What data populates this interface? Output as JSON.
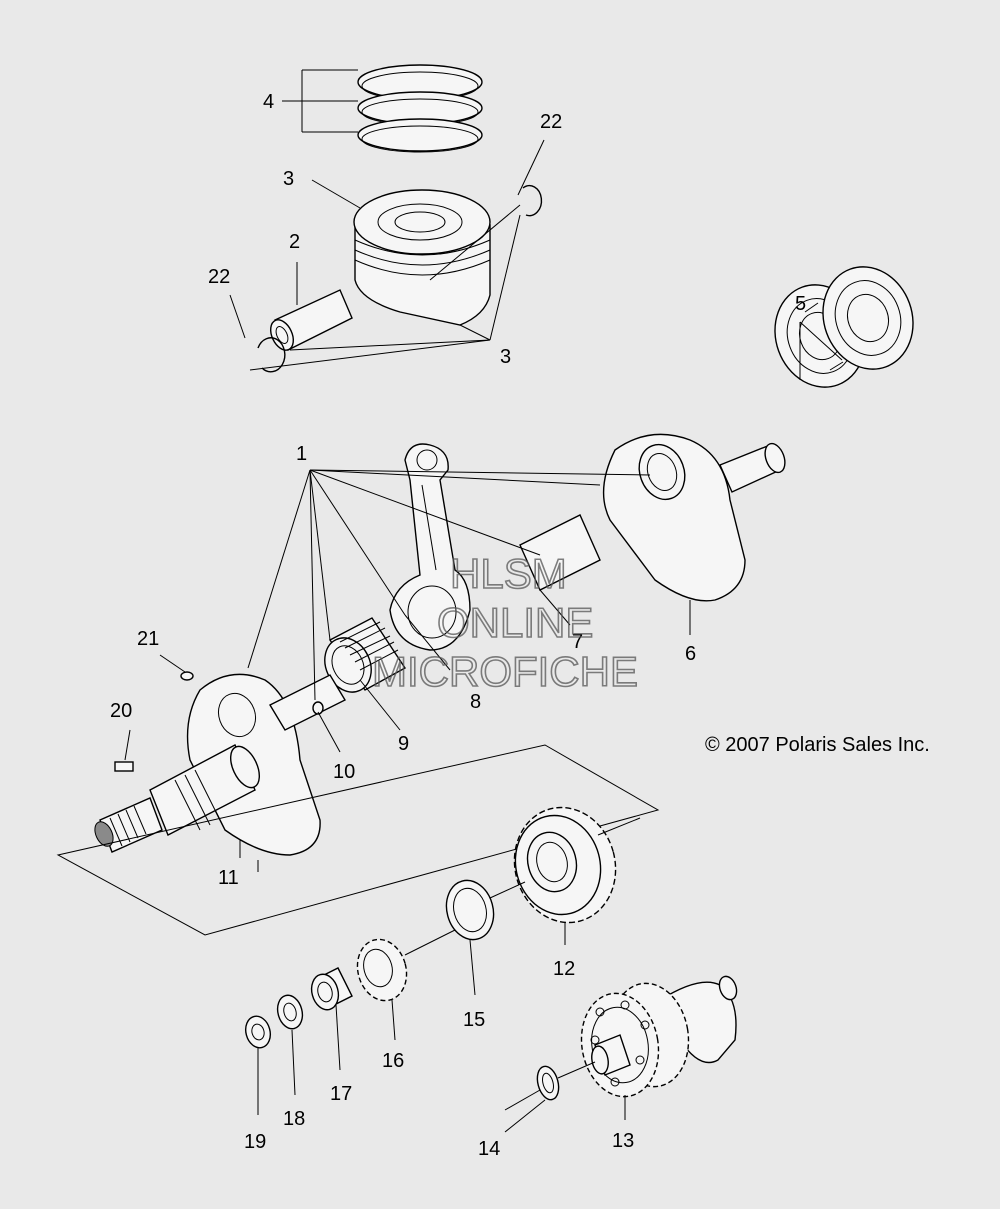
{
  "callouts": {
    "c1": "1",
    "c2": "2",
    "c3a": "3",
    "c3b": "3",
    "c4": "4",
    "c5": "5",
    "c6": "6",
    "c7": "7",
    "c8": "8",
    "c9": "9",
    "c10": "10",
    "c11": "11",
    "c12": "12",
    "c13": "13",
    "c14": "14",
    "c15": "15",
    "c16": "16",
    "c17": "17",
    "c18": "18",
    "c19": "19",
    "c20": "20",
    "c21": "21",
    "c22a": "22",
    "c22b": "22"
  },
  "watermark": {
    "line1": "HLSM",
    "line2": "ONLINE",
    "line3": "MICROFICHE"
  },
  "copyright": "© 2007 Polaris Sales Inc."
}
